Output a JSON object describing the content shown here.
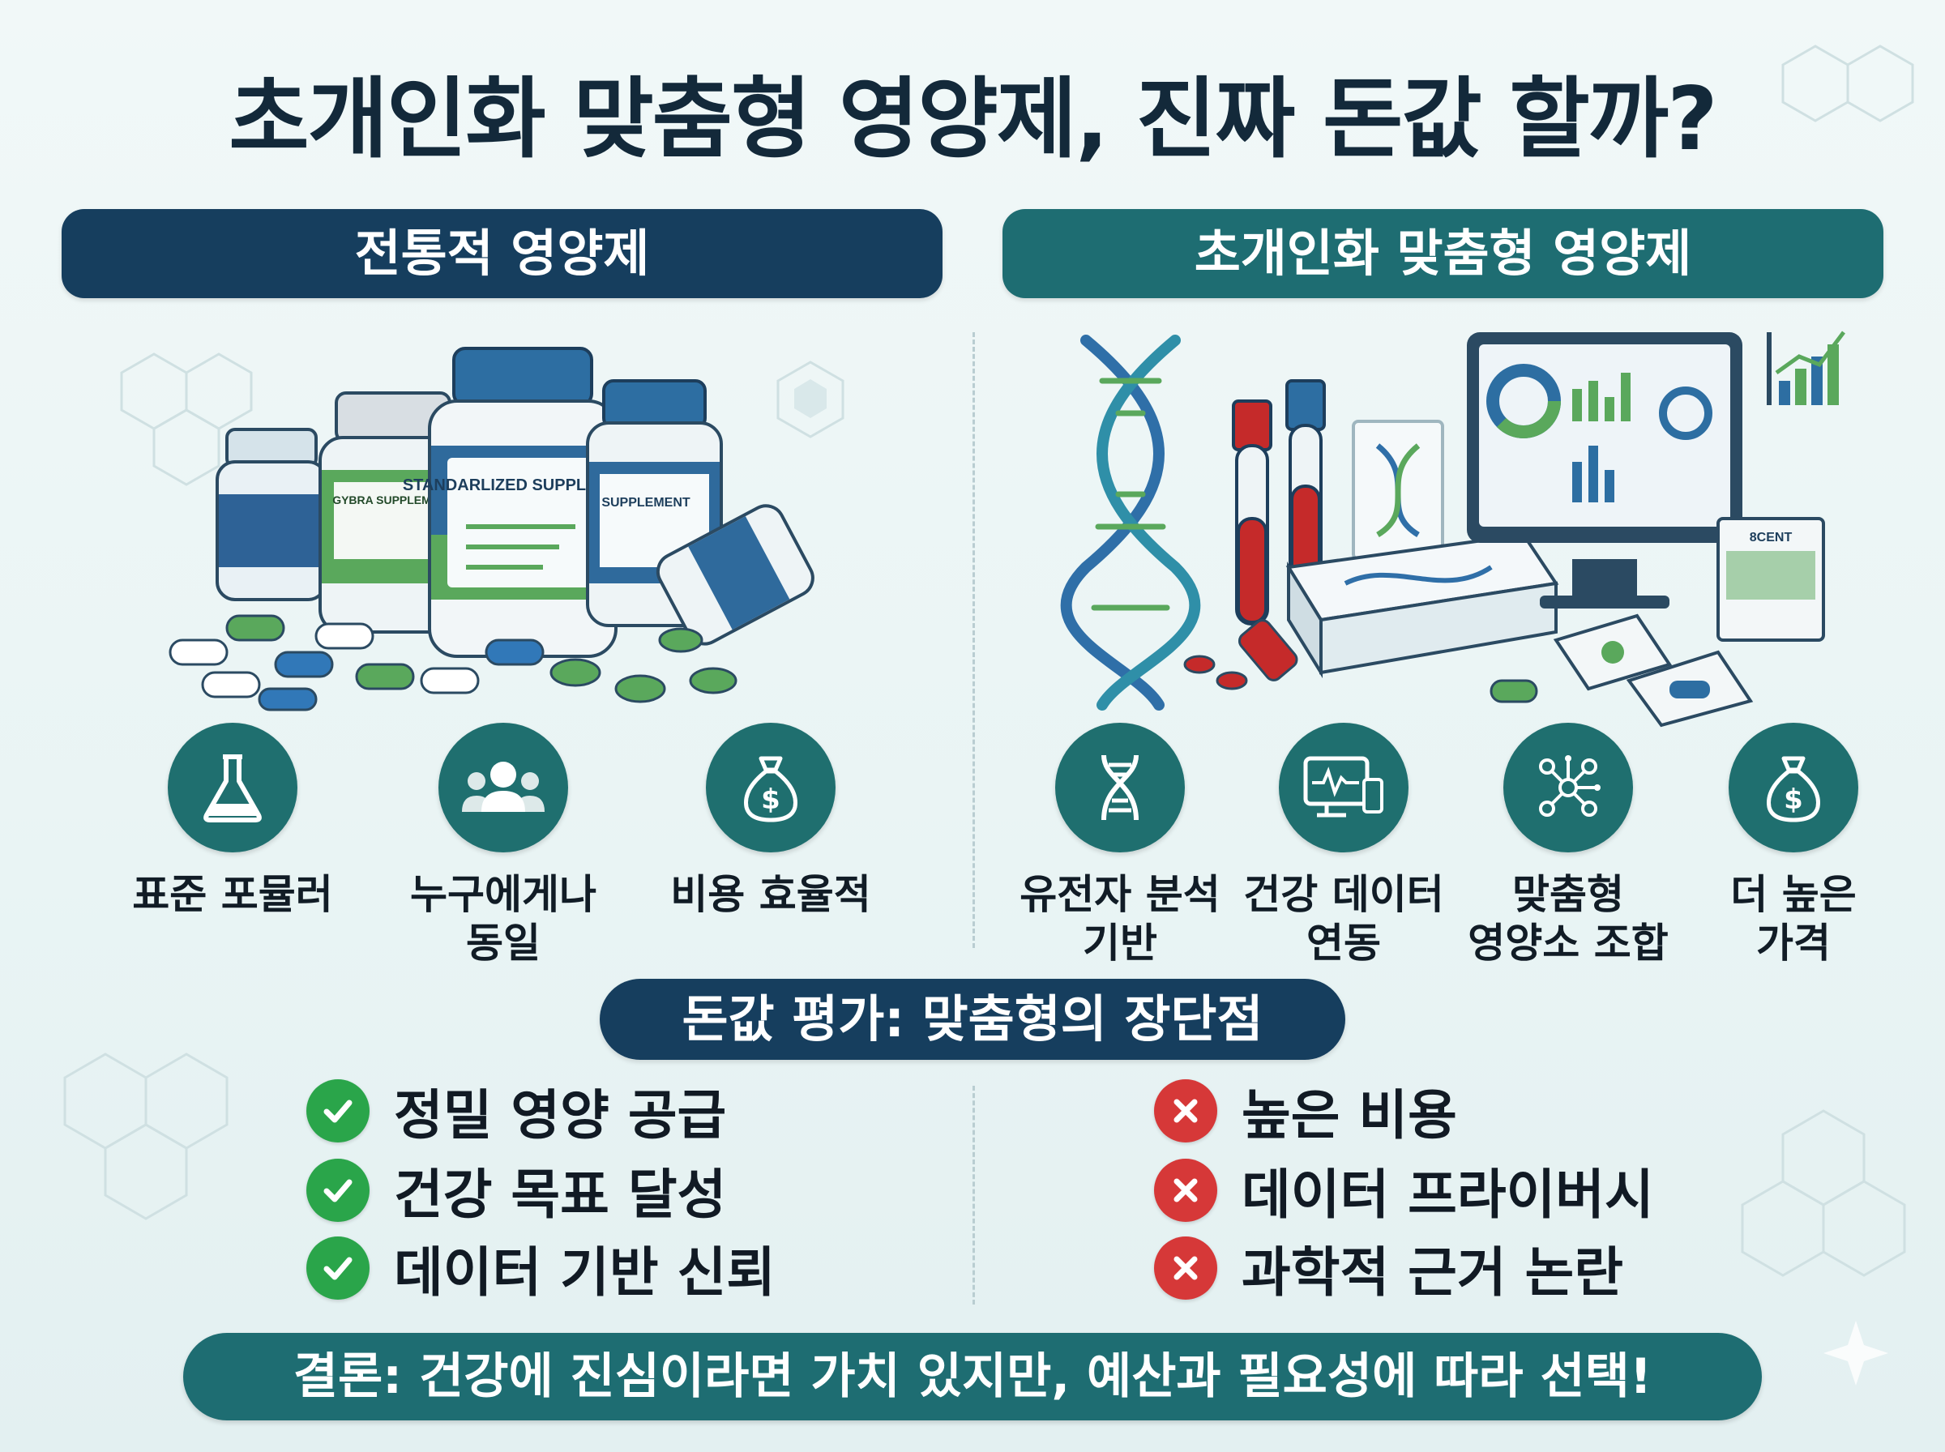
{
  "title": "초개인화 맞춤형 영양제, 진짜 돈값 할까?",
  "left_panel": {
    "header": "전통적 영양제",
    "bottle_labels": [
      "GYBRA SUPPLEMENT",
      "STANDARLIZED SUPPLEMENT",
      "SUPPLEMENT"
    ],
    "features": [
      {
        "icon": "flask-icon",
        "line1": "표준 포뮬러",
        "line2": ""
      },
      {
        "icon": "people-icon",
        "line1": "누구에게나",
        "line2": "동일"
      },
      {
        "icon": "money-bag-icon",
        "line1": "비용 효율적",
        "line2": ""
      }
    ]
  },
  "right_panel": {
    "header": "초개인화 맞춤형 영양제",
    "packet_label": "8CENT",
    "features": [
      {
        "icon": "dna-icon",
        "line1": "유전자 분석",
        "line2": "기반"
      },
      {
        "icon": "monitor-heartbeat-icon",
        "line1": "건강 데이터",
        "line2": "연동"
      },
      {
        "icon": "molecule-network-icon",
        "line1": "맞춤형",
        "line2": "영양소 조합"
      },
      {
        "icon": "money-bag-icon",
        "line1": "더 높은",
        "line2": "가격"
      }
    ]
  },
  "evaluation": {
    "header": "돈값 평가: 맞춤형의 장단점",
    "pros": [
      "정밀 영양 공급",
      "건강 목표 달성",
      "데이터 기반 신뢰"
    ],
    "cons": [
      "높은 비용",
      "데이터 프라이버시",
      "과학적 근거 논란"
    ]
  },
  "conclusion": "결론: 건강에 진심이라면 가치 있지만, 예산과 필요성에 따라 선택!",
  "colors": {
    "navy": "#163e5e",
    "teal": "#1e6d72",
    "icon_teal": "#1f6f6f",
    "pro_green": "#2aa54a",
    "con_red": "#d63838",
    "background": "#eef7f7"
  }
}
